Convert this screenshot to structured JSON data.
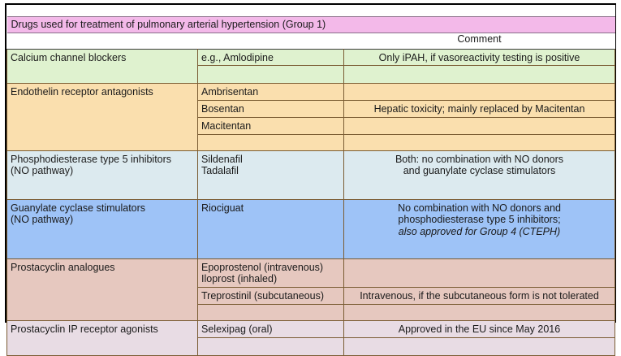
{
  "table": {
    "banner": "Drugs used for treatment of pulmonary arterial hypertension (Group 1)",
    "header": {
      "col1": "",
      "col2": "",
      "col3": "Comment"
    },
    "groups": [
      {
        "name": "calcium-channel-blockers",
        "class_label": "Calcium channel blockers",
        "color": "#dff2cf",
        "rows": [
          {
            "drug": "e.g., Amlodipine",
            "comment": "Only iPAH, if vasoreactivity testing is positive"
          },
          {
            "drug": "",
            "comment": ""
          }
        ]
      },
      {
        "name": "endothelin-receptor-antagonists",
        "class_label": "Endothelin receptor antagonists",
        "color": "#fadfae",
        "rows": [
          {
            "drug": "Ambrisentan",
            "comment": ""
          },
          {
            "drug": "Bosentan",
            "comment": "Hepatic toxicity; mainly replaced by Macitentan"
          },
          {
            "drug": "Macitentan",
            "comment": ""
          },
          {
            "drug": "",
            "comment": ""
          }
        ]
      },
      {
        "name": "phosphodiesterase-type-5-inhibitors",
        "class_label": "Phosphodiesterase type 5 inhibitors",
        "class_label_line2": "(NO pathway)",
        "color": "#dceaef",
        "rows": [
          {
            "drug": "Sildenafil",
            "drug_line2": "Tadalafil",
            "comment": "Both: no combination with NO donors",
            "comment_line2": "and guanylate cyclase stimulators"
          }
        ]
      },
      {
        "name": "guanylate-cyclase-stimulators",
        "class_label": "Guanylate cyclase stimulators",
        "class_label_line2": "(NO pathway)",
        "color": "#9ec3f7",
        "rows": [
          {
            "drug": "Riociguat",
            "comment": "No combination with NO donors and",
            "comment_line2": "phosphodiesterase type 5 inhibitors;",
            "comment_line3_italic": "also approved for Group 4 (CTEPH)"
          }
        ]
      },
      {
        "name": "prostacyclin-analogues",
        "class_label": "Prostacyclin analogues",
        "color": "#e6c8bf",
        "rows": [
          {
            "drug": "Epoprostenol (intravenous)",
            "drug_line2": "Iloprost (inhaled)",
            "comment": ""
          },
          {
            "drug": "Treprostinil (subcutaneous)",
            "comment": "Intravenous, if the subcutaneous form is not tolerated"
          },
          {
            "drug": "",
            "comment": ""
          }
        ]
      },
      {
        "name": "prostacyclin-ip-receptor-agonists",
        "class_label": "Prostacyclin IP receptor agonists",
        "color": "#e8dce4",
        "rows": [
          {
            "drug": "Selexipag (oral)",
            "comment": "Approved in the EU since May 2016"
          },
          {
            "drug": "",
            "comment": ""
          }
        ]
      }
    ]
  }
}
